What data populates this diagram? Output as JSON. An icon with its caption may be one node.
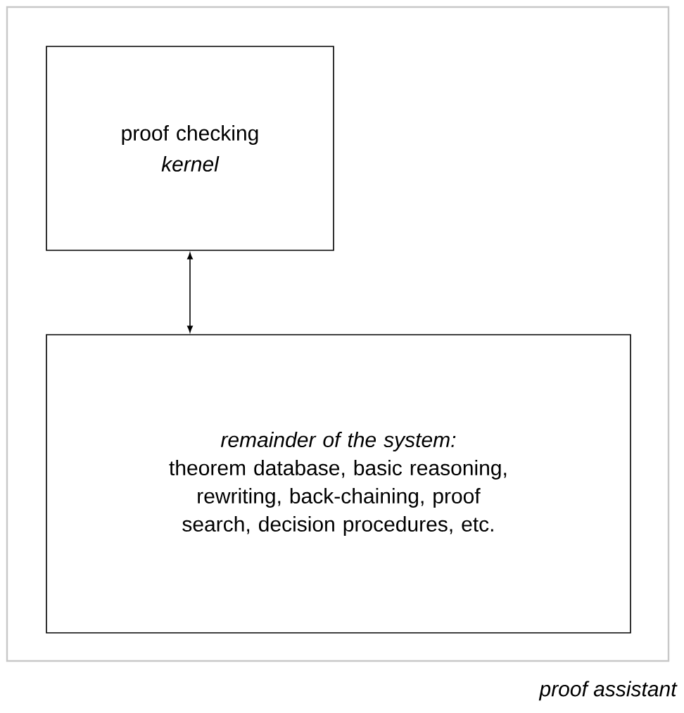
{
  "diagram": {
    "nodes": [
      {
        "text": [
          "proof assistant"
        ]
      },
      {
        "text": [
          "proof checking",
          "kernel"
        ],
        "in": 0
      },
      {
        "text": [
          "remainder of the system:",
          "theorem database, basic reasoning, rewriting, back-chaining, proof search, decision procedures, etc."
        ],
        "in": 0
      }
    ],
    "edges": [
      {
        "from": 1,
        "to": 2,
        "arrow": "both"
      }
    ]
  }
}
